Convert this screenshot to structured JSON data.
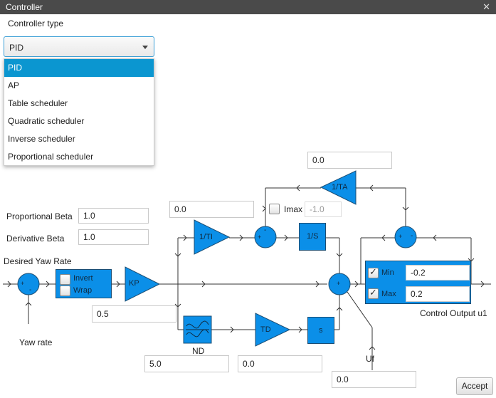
{
  "window": {
    "title": "Controller",
    "close_icon": "close-icon"
  },
  "controller_type": {
    "label": "Controller type",
    "selected": "PID",
    "options": [
      "PID",
      "AP",
      "Table scheduler",
      "Quadratic scheduler",
      "Inverse scheduler",
      "Proportional scheduler"
    ]
  },
  "params": {
    "proportional_beta_label": "Proportional Beta",
    "proportional_beta": "1.0",
    "derivative_beta_label": "Derivative Beta",
    "derivative_beta": "1.0",
    "ta_value": "0.0",
    "ti_value": "0.0",
    "imax_label": "Imax",
    "imax_value": "-1.0",
    "kp_value": "0.5",
    "nd_value": "5.0",
    "td_value": "0.0",
    "uf_value": "0.0"
  },
  "diagram": {
    "desired_label": "Desired Yaw Rate",
    "yaw_rate_label": "Yaw rate",
    "invert_label": "Invert",
    "wrap_label": "Wrap",
    "kp_label": "KP",
    "ti_label": "1/TI",
    "integ_label": "1/S",
    "ta_label": "1/TA",
    "nd_label": "ND",
    "td_label": "TD",
    "s_label": "s",
    "uf_label": "Uf",
    "output_label": "Control Output u1",
    "min_label": "Min",
    "min_value": "-0.2",
    "min_checked": true,
    "max_label": "Max",
    "max_value": "0.2",
    "max_checked": true,
    "sum_plus": "+",
    "sum_minus": "-"
  },
  "footer": {
    "accept_label": "Accept"
  },
  "colors": {
    "block": "#0b8fe8",
    "selection": "#0b96d0",
    "titlebar": "#4a4a4a"
  }
}
